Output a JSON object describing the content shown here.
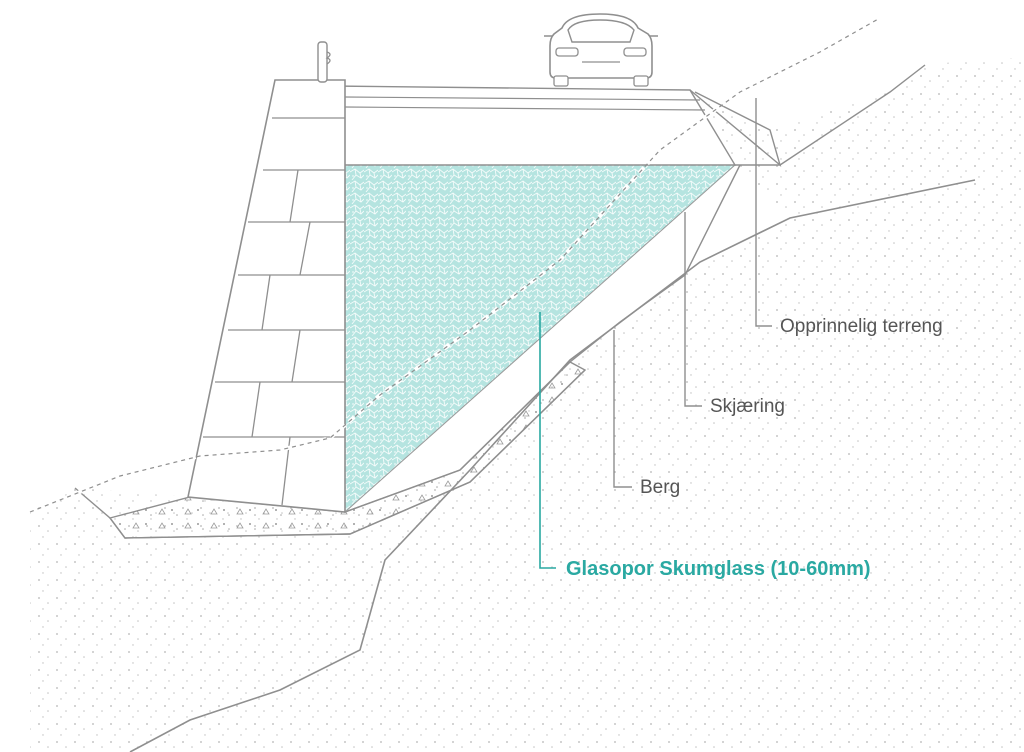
{
  "colors": {
    "line": "#8f8f8f",
    "accent": "#2aa9a2",
    "fill_light": "#d7f0ee",
    "fill_mid": "#98d7d2",
    "text": "#555555"
  },
  "labels": {
    "terrain": "Opprinnelig terreng",
    "cut": "Skjæring",
    "rock": "Berg",
    "material": "Glasopor Skumglass (10-60mm)"
  },
  "icons": {
    "vehicle": "car-icon",
    "railing": "guardrail-post-icon"
  }
}
